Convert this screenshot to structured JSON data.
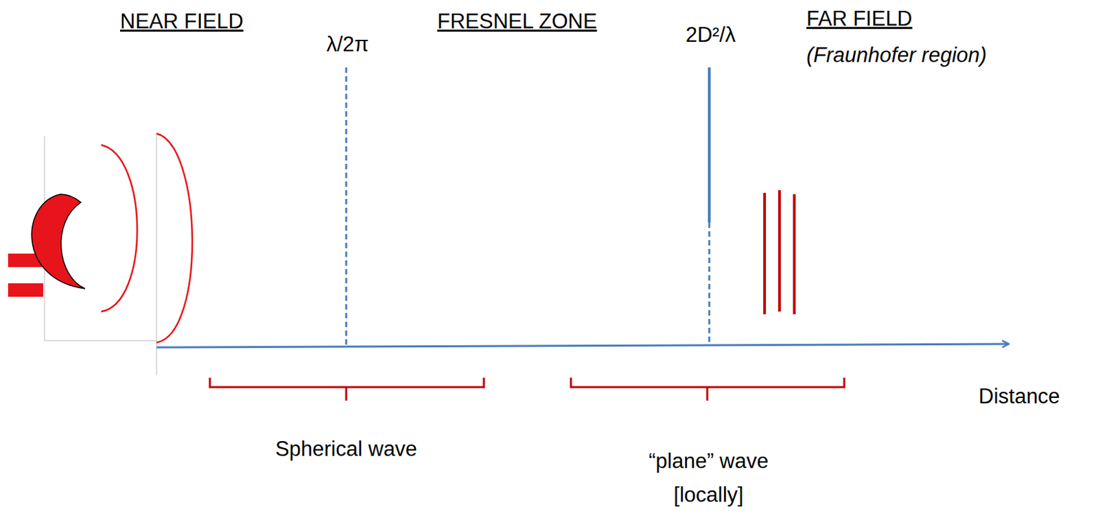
{
  "diagram": {
    "labels": [
      "NEAR FIELD",
      "λ/2π",
      "FRESNEL ZONE",
      "2D²/λ",
      "FAR FIELD",
      "(Fraunhofer region)",
      "Distance",
      "Spherical wave",
      "“plane” wave",
      "[locally]"
    ]
  }
}
